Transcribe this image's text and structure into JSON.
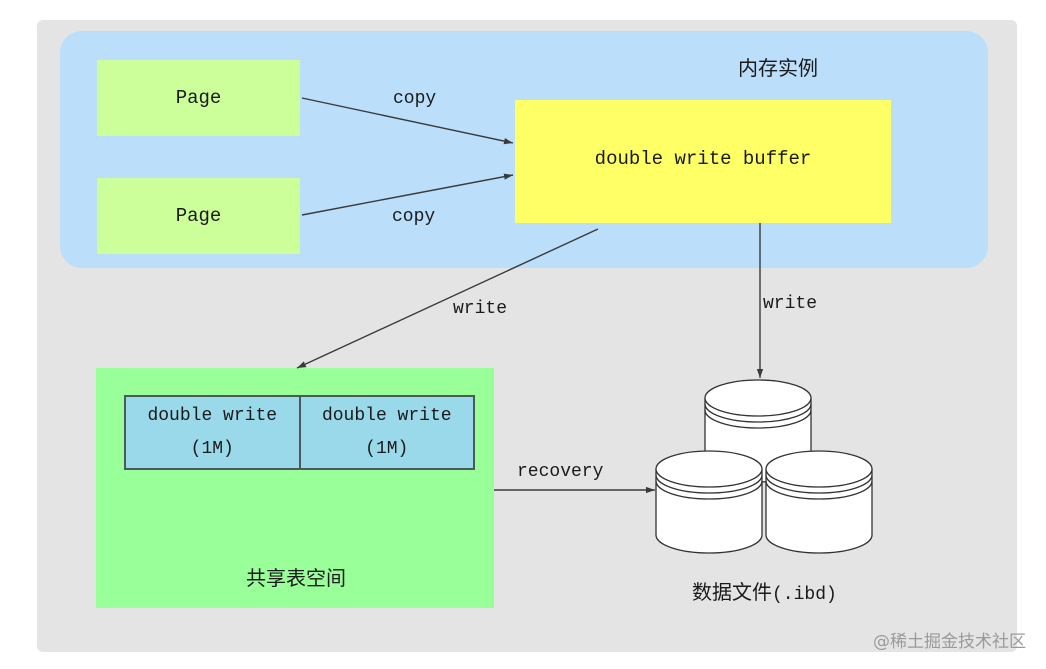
{
  "diagram": {
    "memory_region": {
      "title": "内存实例",
      "color": "#bbdefb"
    },
    "pages": [
      {
        "label": "Page"
      },
      {
        "label": "Page"
      }
    ],
    "buffer": {
      "label": "double write buffer",
      "color": "#ffff66"
    },
    "shared_tablespace": {
      "title": "共享表空间",
      "color": "#99ff99",
      "segments": [
        {
          "label": "double write",
          "size": "(1M)"
        },
        {
          "label": "double write",
          "size": "(1M)"
        }
      ],
      "segment_color": "#99d9ea"
    },
    "data_files": {
      "title_cn": "数据文件",
      "title_ext": "(.ibd)",
      "cylinder_count": 3
    },
    "edges": [
      {
        "from": "page-1",
        "to": "buffer",
        "label": "copy"
      },
      {
        "from": "page-2",
        "to": "buffer",
        "label": "copy"
      },
      {
        "from": "buffer",
        "to": "shared-tablespace",
        "label": "write"
      },
      {
        "from": "buffer",
        "to": "data-files",
        "label": "write"
      },
      {
        "from": "shared-tablespace",
        "to": "data-files",
        "label": "recovery"
      }
    ]
  },
  "watermark": "@稀土掘金技术社区"
}
